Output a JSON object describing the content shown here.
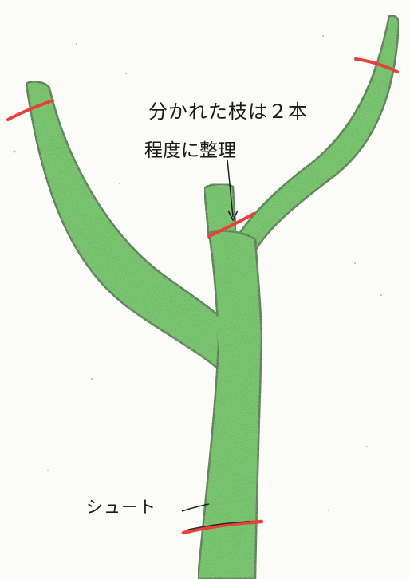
{
  "annotation": {
    "branch_note_line1": "分かれた枝は２本",
    "branch_note_line2": "程度に整理",
    "shoot_label": "シュート"
  },
  "colors": {
    "branch_fill": "#55b24a",
    "branch_fill_light": "#74c866",
    "outline": "#1e3a1a",
    "cut_mark": "#e8413a",
    "leader_line": "#222222",
    "background": "#fbfbf8"
  }
}
